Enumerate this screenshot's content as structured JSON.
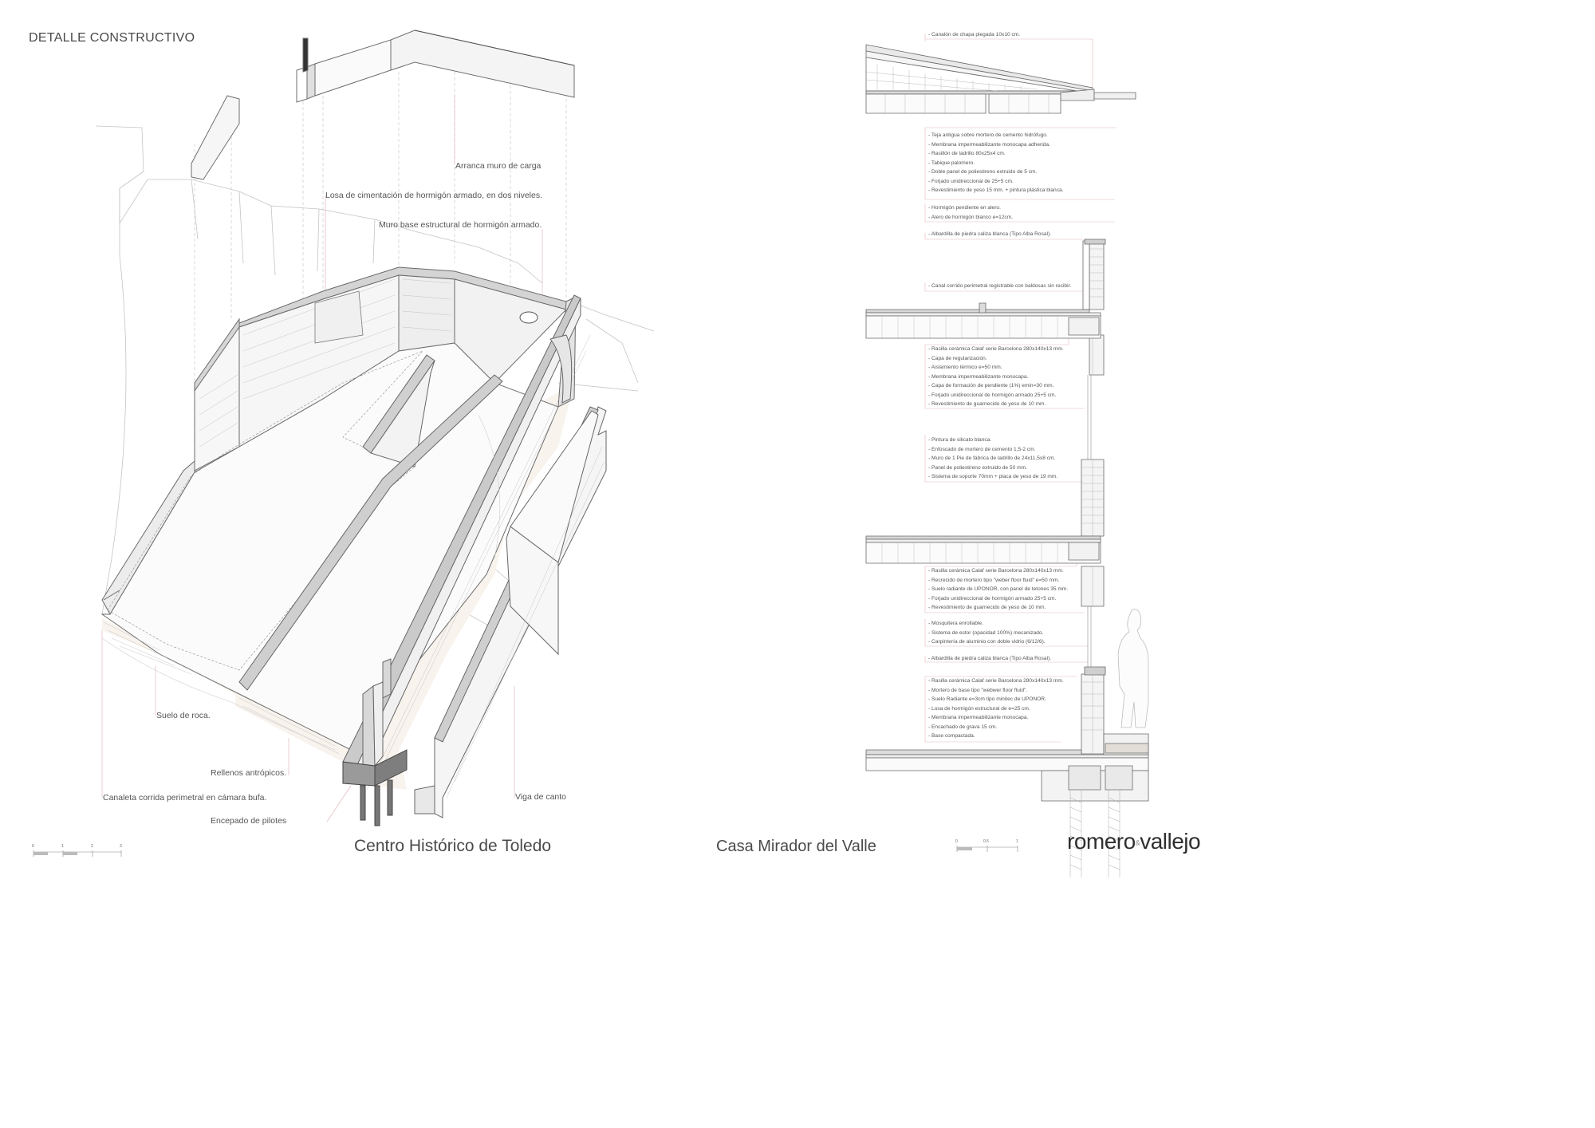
{
  "header": {
    "title": "DETALLE  CONSTRUCTIVO"
  },
  "axo_labels": {
    "arranca": "Arranca muro de carga",
    "losa": "Losa de cimentación de hormigón armado, en dos niveles.",
    "muro_base": "Muro base estructural de hormigón armado.",
    "suelo": "Suelo de roca.",
    "rellenos": "Rellenos antrópicos.",
    "canaleta": "Canaleta corrida perimetral en cámara bufa.",
    "encepado": "Encepado de pilotes",
    "viga": "Viga de canto"
  },
  "section_specs": {
    "canalon": [
      "- Canalón de chapa plegada 10x10 cm."
    ],
    "cubierta": [
      "- Teja antigua sobre mortero de cemento hidrófugo.",
      "- Membrana impermeabilizante monocapa adherida.",
      "- Rasillón de ladrillo 80x25x4 cm.",
      "- Tabique palomero.",
      "- Doble panel de poliestireno extruido de 5 cm.",
      "- Forjado unidireccional de 25+5 cm.",
      "- Revestimiento de yeso 15 mm. + pintura plástica blanca."
    ],
    "alero": [
      "- Hormigón pendiente en alero.",
      "- Alero de hormigón blanco e=12cm."
    ],
    "albardilla1": [
      "- Albardilla de piedra caliza blanca (Tipo Alba Rosal)."
    ],
    "canal": [
      "- Canal corrido perimetral registrable con baldosas sin recibir."
    ],
    "terraza": [
      "- Rasilla cerámica Calaf serie Barcelona 280x140x13 mm.",
      "- Capa de regularización.",
      "- Aislamiento térmico e=50 mm.",
      "- Membrana impermeabilizante monocapa.",
      "- Capa de formación de pendiente (1%) emin=30 mm.",
      "- Forjado unidireccional de hormigón armado 25+5 cm.",
      "- Revestimiento de guarnecido de yeso de 10 mm."
    ],
    "fachada": [
      "- Pintura de silicato blanca.",
      "- Enfoscado de mortero de cemento 1,5-2 cm.",
      "- Muro de 1 Pie de fábrica de ladrillo de  24x11,5x8 cm.",
      "- Panel de poliestireno extruido de 50 mm.",
      "- Sistema de soporte 70mm + placa de yeso de 19 mm."
    ],
    "forjado": [
      "- Rasilla cerámica Calaf serie Barcelona 280x140x13 mm.",
      "- Recrecido de mortero tipo \"weber floor fluid\" e=50 mm.",
      "- Suelo radiante de UPONOR, con panel de tetones 35 mm.",
      "- Forjado unidireccional de hormigón armado 25+5 cm.",
      "- Revestimiento de guarnecido de yeso de 10 mm."
    ],
    "carpinteria": [
      "- Mosquitera enrollable.",
      "- Sistema de estor (opacidad 100%) mecanizado.",
      "- Carpintería de aluminio con doble vidrio (6/12/6)."
    ],
    "albardilla2": [
      "- Albardilla de piedra caliza blanca (Tipo Alba Rosal)."
    ],
    "solera": [
      "- Rasilla cerámica Calaf serie Barcelona 280x140x13 mm.",
      "- Mortero de base tipo \"webwer floor fluid\".",
      "- Suelo Radiante e=3cm tipo minitec de UPONOR.",
      "- Losa de hormigón estructural de e=25 cm.",
      "- Membrana impermeabilizante monocapa.",
      "- Encachado de grava 15 cm.",
      "- Base compactada."
    ]
  },
  "footer": {
    "left_title": "Centro Histórico de Toledo",
    "right_title": "Casa Mirador del Valle",
    "brand_left": "romero",
    "brand_amp": "&",
    "brand_right": "vallejo",
    "scale_left": [
      "0",
      "1",
      "2",
      "3"
    ],
    "scale_right": [
      "0",
      "0.5",
      "1"
    ]
  },
  "colors": {
    "line": "#7a7a7a",
    "light": "#bdbdbd",
    "leader": "#e8a3a8",
    "wall_top": "#d2d2d2",
    "ground": "#f6efe8"
  }
}
